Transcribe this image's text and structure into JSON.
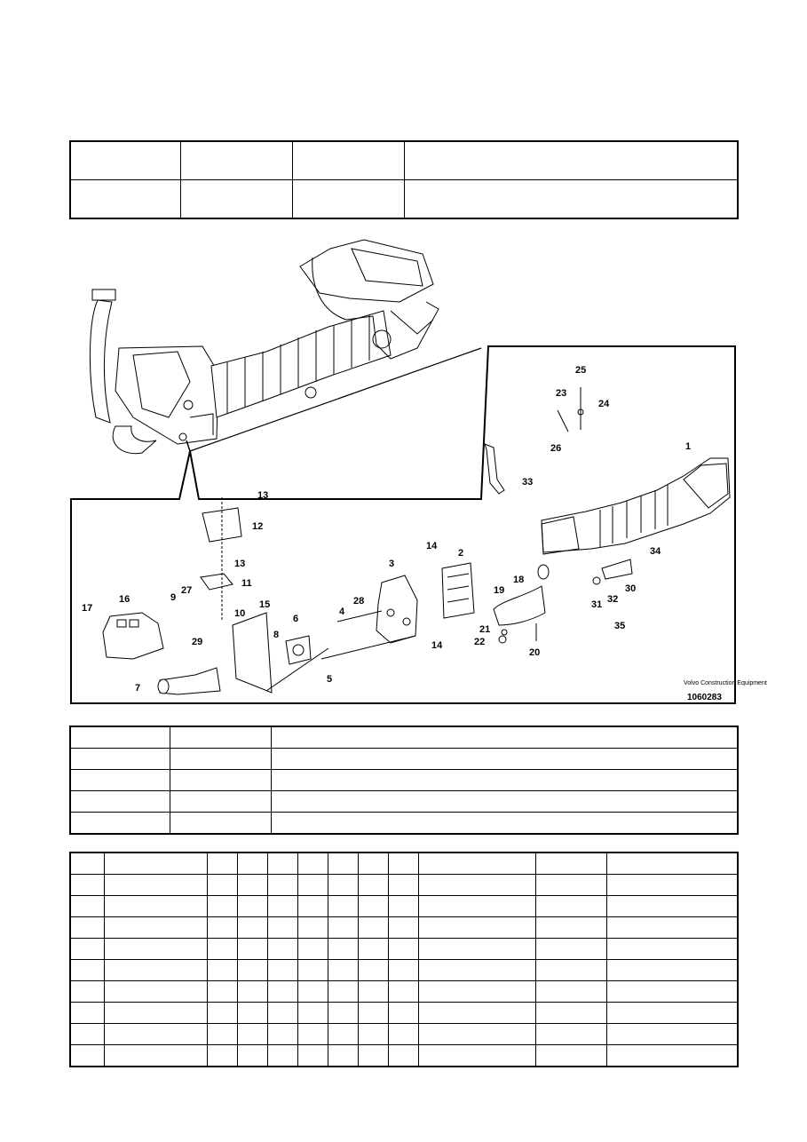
{
  "header_table": {
    "rows": 2,
    "cols": 4
  },
  "diagram": {
    "labels": [
      "1",
      "2",
      "3",
      "4",
      "5",
      "6",
      "7",
      "8",
      "9",
      "10",
      "11",
      "12",
      "13",
      "13",
      "14",
      "14",
      "15",
      "16",
      "17",
      "18",
      "19",
      "20",
      "21",
      "22",
      "23",
      "24",
      "25",
      "26",
      "27",
      "28",
      "29",
      "30",
      "31",
      "32",
      "33",
      "34",
      "35"
    ],
    "copyright": "Volvo Construction Equipment",
    "reference_number": "1060283"
  },
  "middle_table": {
    "rows": 5,
    "cols": 3
  },
  "parts_table": {
    "rows": 10,
    "cols": 12
  }
}
